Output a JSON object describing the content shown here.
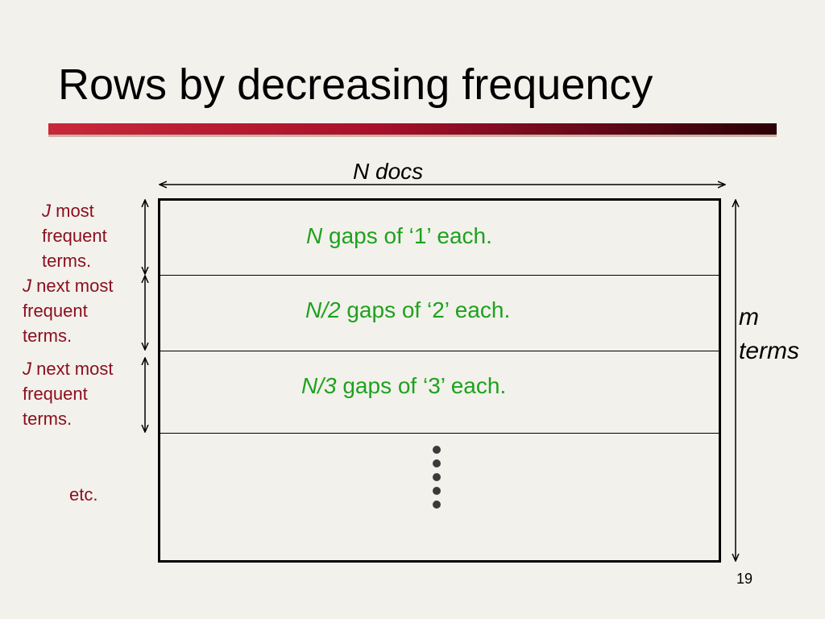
{
  "slide": {
    "title": "Rows by decreasing frequency",
    "page_number": "19"
  },
  "top_label": "N docs",
  "right_label": {
    "line1": "m",
    "line2": "terms"
  },
  "rows": [
    {
      "var": "N",
      "text": " gaps of ‘1’ each."
    },
    {
      "var": "N/2",
      "text": " gaps of ‘2’ each."
    },
    {
      "var": "N/3",
      "text": " gaps of ‘3’ each."
    }
  ],
  "left_labels": [
    {
      "var": "J",
      "line1": " most",
      "line2": "frequent",
      "line3": "terms."
    },
    {
      "var": "J",
      "line1": " next most",
      "line2": "frequent",
      "line3": "terms."
    },
    {
      "var": "J",
      "line1": " next most",
      "line2": "frequent",
      "line3": "terms."
    }
  ],
  "etc_label": "etc.",
  "colors": {
    "accent_red": "#8b0e1e",
    "row_green": "#1ea21e",
    "title_bar": "#a8102a"
  }
}
